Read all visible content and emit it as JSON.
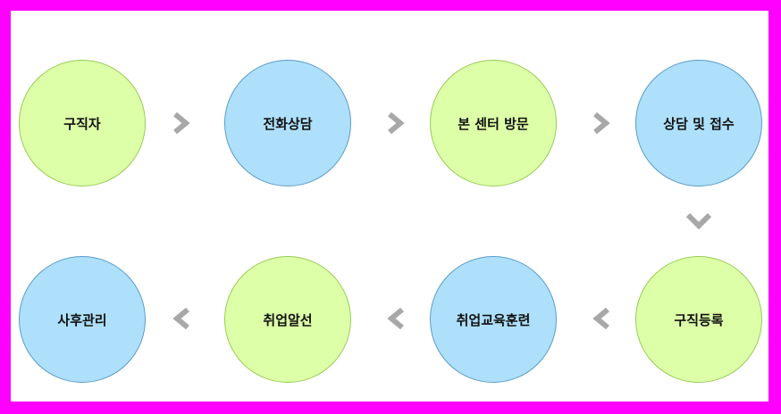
{
  "colors": {
    "frame": "#ff00ff",
    "green_fill": "#ddffa8",
    "blue_fill": "#aee0fb",
    "arrow": "#a8a8a8"
  },
  "steps": [
    {
      "label": "구직자",
      "color": "green"
    },
    {
      "label": "전화상담",
      "color": "blue"
    },
    {
      "label": "본 센터 방문",
      "color": "green"
    },
    {
      "label": "상담 및 접수",
      "color": "blue"
    },
    {
      "label": "구직등록",
      "color": "green"
    },
    {
      "label": "취업교육훈련",
      "color": "blue"
    },
    {
      "label": "취업알선",
      "color": "green"
    },
    {
      "label": "사후관리",
      "color": "blue"
    }
  ],
  "arrows": [
    "chevron-right",
    "chevron-right",
    "chevron-right",
    "chevron-down",
    "chevron-left",
    "chevron-left",
    "chevron-left"
  ]
}
